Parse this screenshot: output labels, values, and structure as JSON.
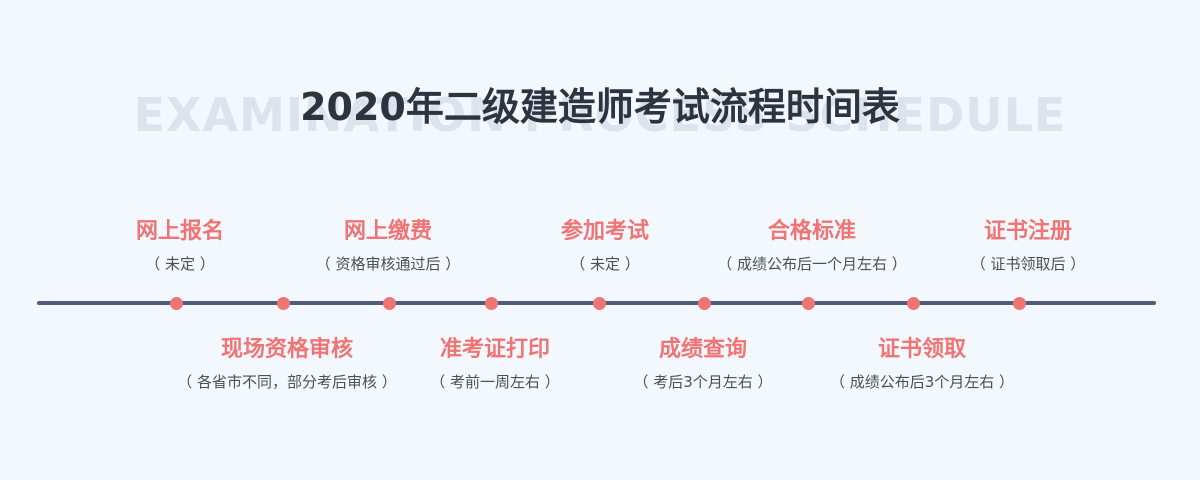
{
  "header": {
    "title": "2020年二级建造师考试流程时间表",
    "watermark": "EXAMINATION PROCESS SCHEDULE"
  },
  "steps": [
    {
      "label": "网上报名",
      "note": "（ 未定 ）"
    },
    {
      "label": "现场资格审核",
      "note": "（ 各省市不同，部分考后审核 ）"
    },
    {
      "label": "网上缴费",
      "note": "（ 资格审核通过后 ）"
    },
    {
      "label": "准考证打印",
      "note": "（ 考前一周左右 ）"
    },
    {
      "label": "参加考试",
      "note": "（ 未定 ）"
    },
    {
      "label": "成绩查询",
      "note": "（ 考后3个月左右 ）"
    },
    {
      "label": "合格标准",
      "note": "（ 成绩公布后一个月左右 ）"
    },
    {
      "label": "证书领取",
      "note": "（ 成绩公布后3个月左右 ）"
    },
    {
      "label": "证书注册",
      "note": "（ 证书领取后 ）"
    }
  ],
  "colors": {
    "accent": "#ef7474",
    "timeline": "#525c7e",
    "title": "#2c3440",
    "background": "#f3f8fe"
  }
}
